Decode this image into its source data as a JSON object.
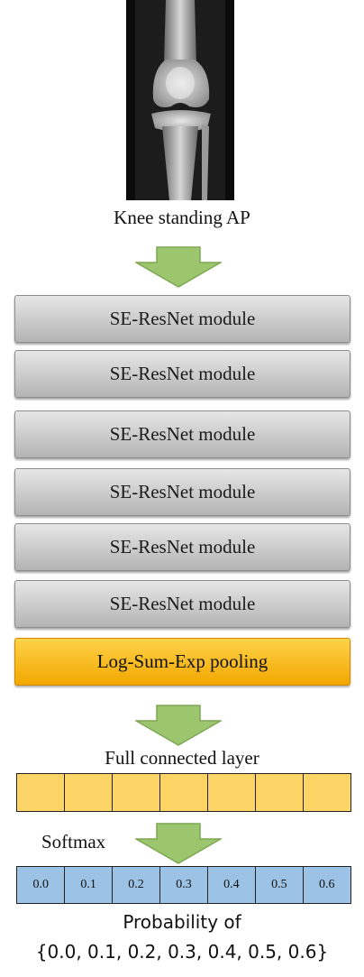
{
  "input": {
    "caption": "Knee standing AP"
  },
  "modules": [
    "SE-ResNet module",
    "SE-ResNet module",
    "SE-ResNet module",
    "SE-ResNet module",
    "SE-ResNet module",
    "SE-ResNet module"
  ],
  "pooling": {
    "label": "Log-Sum-Exp pooling"
  },
  "fc": {
    "label": "Full connected layer",
    "cell_count": 7
  },
  "softmax": {
    "label": "Softmax"
  },
  "probabilities": [
    "0.0",
    "0.1",
    "0.2",
    "0.3",
    "0.4",
    "0.5",
    "0.6"
  ],
  "output": {
    "line1": "Probability of",
    "line2": "{0.0, 0.1, 0.2, 0.3, 0.4, 0.5, 0.6}"
  },
  "colors": {
    "arrow_fill": "#9bc66d",
    "module_fill": "#c8c8c8",
    "pool_fill": "#f7b90f",
    "fc_fill": "#fdd466",
    "prob_fill": "#9cc2e5"
  }
}
